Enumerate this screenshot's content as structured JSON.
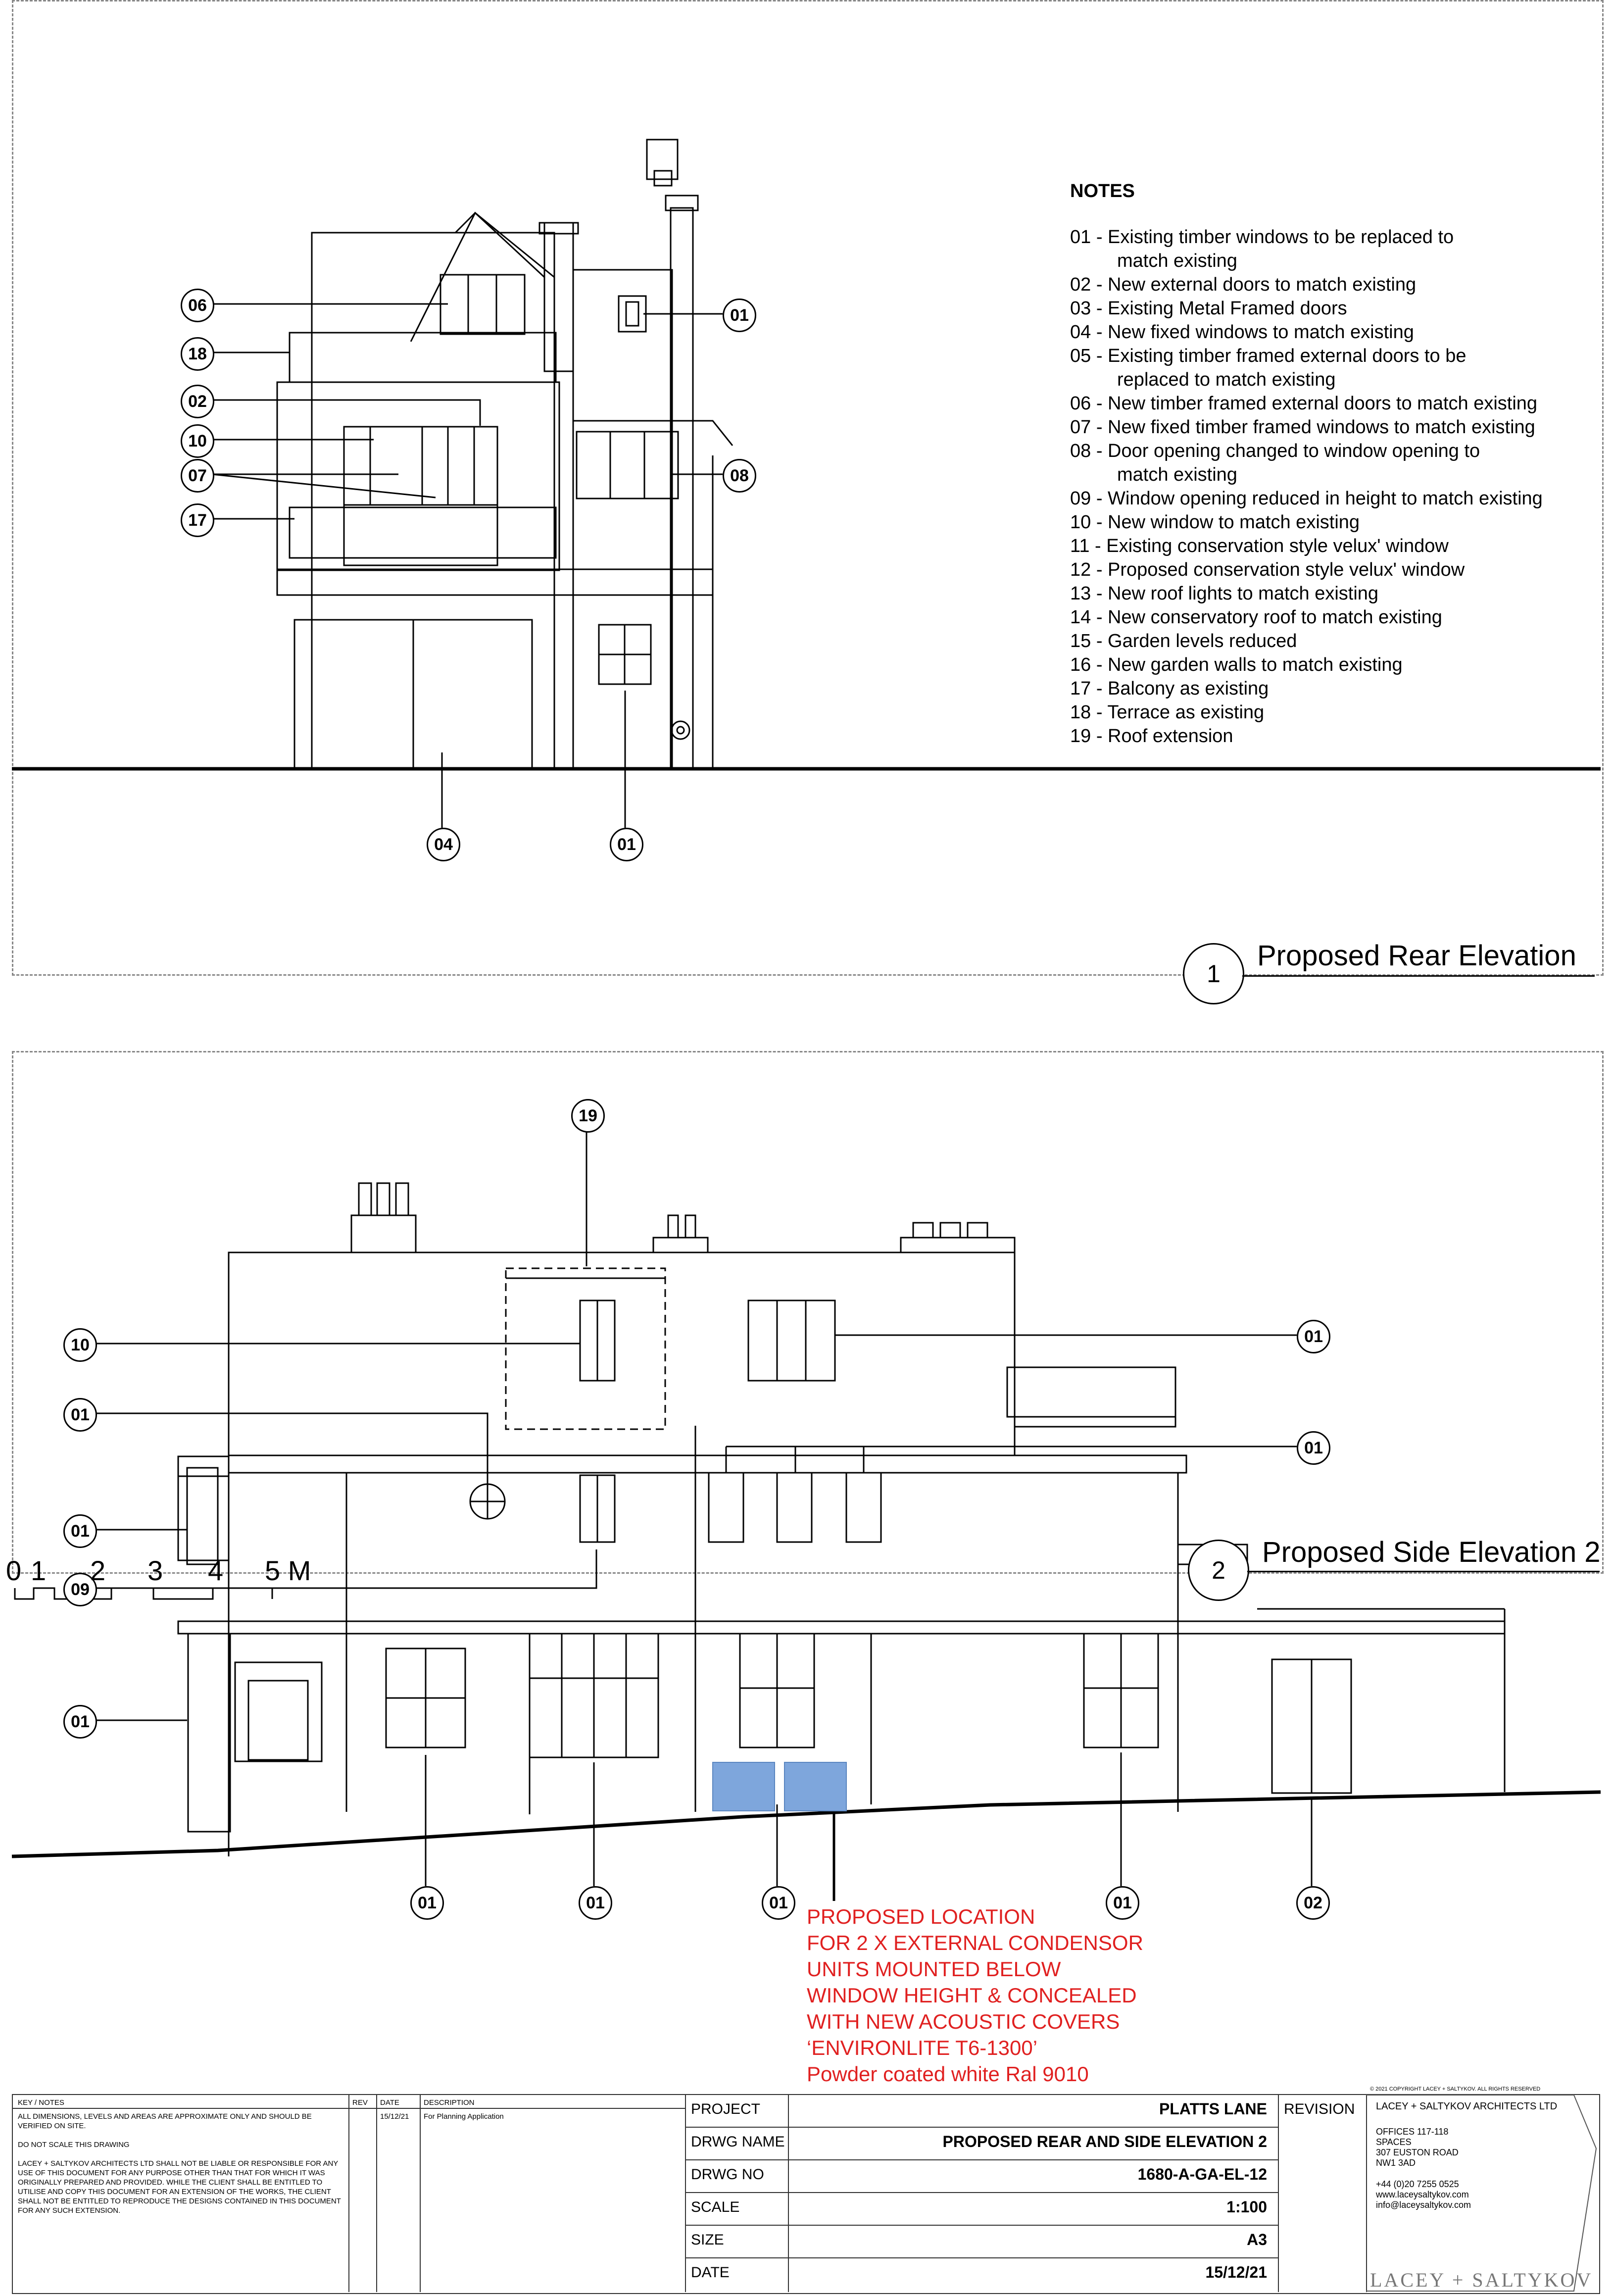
{
  "notes": {
    "title": "NOTES",
    "items": [
      "01 - Existing timber windows to be replaced to\n         match existing",
      "02 - New external doors to match existing",
      "03 - Existing Metal Framed doors",
      "04 - New fixed windows to match existing",
      "05 - Existing timber framed external doors to be\n         replaced to match existing",
      "06 - New timber framed external doors to match existing",
      "07 - New fixed timber framed windows to match existing",
      "08 - Door opening changed to window opening to\n         match existing",
      "09 - Window opening reduced in height to match existing",
      "10 - New window to match existing",
      "11 - Existing conservation style velux' window",
      "12 - Proposed conservation style velux' window",
      "13 - New roof lights to match existing",
      "14 - New conservatory roof to match existing",
      "15 - Garden levels reduced",
      "16 - New garden walls to match existing",
      "17 - Balcony as existing",
      "18 - Terrace as existing",
      "19 - Roof extension"
    ]
  },
  "views": {
    "rear": {
      "number": "1",
      "title": "Proposed Rear Elevation"
    },
    "side": {
      "number": "2",
      "title": "Proposed Side Elevation 2"
    }
  },
  "rear_tags": [
    "06",
    "18",
    "02",
    "10",
    "07",
    "17",
    "01",
    "08",
    "04",
    "01"
  ],
  "side_tags": [
    "19",
    "10",
    "01",
    "01",
    "01",
    "01",
    "09",
    "01",
    "01",
    "01",
    "01",
    "01",
    "02"
  ],
  "condenser_note": "PROPOSED LOCATION\nFOR 2 X EXTERNAL CONDENSOR\nUNITS MOUNTED BELOW\nWINDOW HEIGHT & CONCEALED\nWITH NEW ACOUSTIC COVERS\n‘ENVIRONLITE T6-1300’\nPowder coated white Ral 9010",
  "scale_bar": {
    "labels": [
      "0",
      "1",
      "2",
      "3",
      "4",
      "5 M"
    ]
  },
  "title_block": {
    "key_heading": "KEY / NOTES",
    "key_text": "ALL DIMENSIONS, LEVELS AND AREAS ARE APPROXIMATE ONLY AND SHOULD BE VERIFIED ON SITE.\n\nDO NOT SCALE THIS DRAWING\n\nLACEY + SALTYKOV ARCHITECTS LTD SHALL NOT BE LIABLE OR RESPONSIBLE FOR ANY USE OF THIS DOCUMENT FOR ANY PURPOSE OTHER THAN THAT FOR WHICH IT WAS ORIGINALLY PREPARED AND PROVIDED. WHILE THE CLIENT SHALL BE ENTITLED TO UTILISE AND COPY THIS DOCUMENT FOR AN EXTENSION OF THE WORKS, THE CLIENT SHALL NOT BE ENTITLED TO REPRODUCE THE DESIGNS CONTAINED IN THIS DOCUMENT FOR ANY SUCH EXTENSION.",
    "rev_heading": "REV",
    "date_heading": "DATE",
    "desc_heading": "DESCRIPTION",
    "rev_date": "15/12/21",
    "rev_desc": "For Planning Application",
    "project_label": "PROJECT",
    "project_value": "PLATTS LANE",
    "drwg_name_label": "DRWG NAME",
    "drwg_name_value": "PROPOSED REAR AND SIDE ELEVATION 2",
    "drwg_no_label": "DRWG NO",
    "drwg_no_value": "1680-A-GA-EL-12",
    "scale_label": "SCALE",
    "scale_value": "1:100",
    "size_label": "SIZE",
    "size_value": "A3",
    "date_label": "DATE",
    "date_value": "15/12/21",
    "revision_label": "REVISION",
    "copyright": "© 2021 COPYRIGHT LACEY + SALTYKOV. ALL RIGHTS RESERVED",
    "firm_name": "LACEY + SALTYKOV ARCHITECTS LTD",
    "address": "OFFICES 117-118\nSPACES\n307 EUSTON ROAD\nNW1 3AD",
    "contact": "+44 (0)20 7255 0525\nwww.laceysaltykov.com\ninfo@laceysaltykov.com",
    "logo_text": "LACEY + SALTYKOV"
  },
  "colors": {
    "condenser_fill": "#7ea6dc",
    "note_red": "#e02020"
  }
}
